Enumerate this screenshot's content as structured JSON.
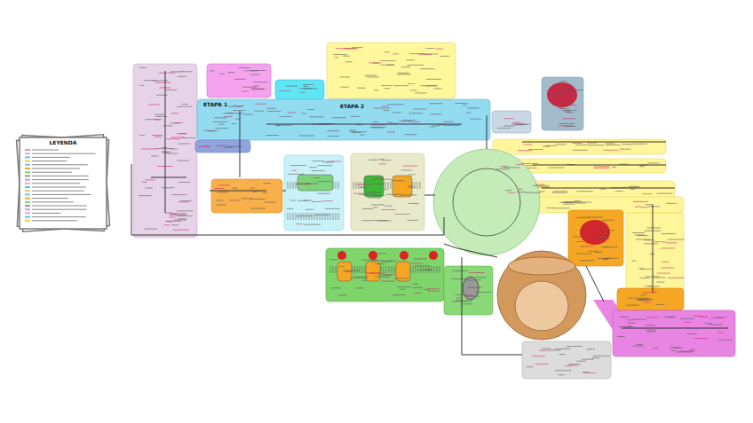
{
  "diagram": {
    "nodes": [
      {
        "text": [
          "LEYENDA"
        ]
      },
      {
        "text": [
          "ETAPA 1",
          "ETAPA 2"
        ]
      }
    ]
  }
}
